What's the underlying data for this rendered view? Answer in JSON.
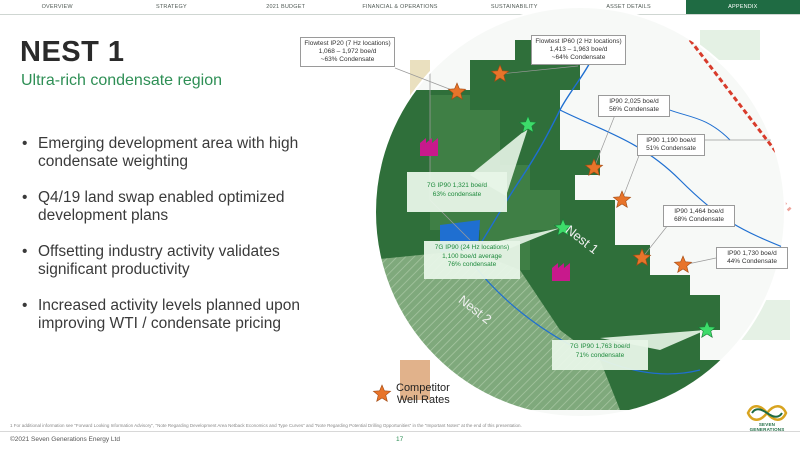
{
  "nav": {
    "items": [
      {
        "label": "OVERVIEW",
        "active": false
      },
      {
        "label": "STRATEGY",
        "active": false
      },
      {
        "label": "2021 BUDGET",
        "active": false
      },
      {
        "label": "FINANCIAL & OPERATIONS",
        "active": false
      },
      {
        "label": "SUSTAINABILITY",
        "active": false
      },
      {
        "label": "ASSET DETAILS",
        "active": false
      },
      {
        "label": "APPENDIX",
        "active": true
      }
    ]
  },
  "slide": {
    "title": "NEST 1",
    "subtitle": "Ultra-rich condensate region",
    "bullets": [
      "Emerging development area with high condensate weighting",
      "Q4/19 land swap enabled optimized development plans",
      "Offsetting industry activity validates significant productivity",
      "Increased activity levels planned upon improving WTI / condensate pricing"
    ]
  },
  "map": {
    "callouts": {
      "ip20": [
        "Flowtest IP20 (7 Hz locations)",
        "1,068 – 1,972 boe/d",
        "~63% Condensate"
      ],
      "ip60": [
        "Flowtest IP60 (2 Hz locations)",
        "1,413 – 1,963 boe/d",
        "~64% Condensate"
      ],
      "ip90_2025": [
        "IP90 2,025  boe/d",
        "56% Condensate"
      ],
      "ip90_1190": [
        "IP90 1,190 boe/d",
        "51% Condensate"
      ],
      "ip90_1464": [
        "IP90 1,464 boe/d",
        "68% Condensate"
      ],
      "ip90_1730": [
        "IP90 1,730 boe/d",
        "44% Condensate"
      ]
    },
    "green_callouts": {
      "g1321": [
        "7G IP90 1,321 boe/d",
        "63% condensate"
      ],
      "g1100": [
        "7G IP90 (24 Hz locations)",
        "1,100 boe/d average",
        "76% condensate"
      ],
      "g1763": [
        "7G IP90 1,763 boe/d",
        "71% condensate"
      ]
    },
    "region_labels": {
      "nest1": "Nest 1",
      "nest2": "Nest 2"
    },
    "legend": {
      "line1": "Competitor",
      "line2": "Well Rates"
    },
    "colors": {
      "dark_green": "#2f6f3a",
      "mid_green": "#4a8c4f",
      "light_green": "#7fa97c",
      "river": "#1f6fd1",
      "competitor_star": "#e8742a",
      "seven_g_star": "#3ddc6a",
      "facility": "#c8198c"
    }
  },
  "footer": {
    "footnote": "1      For additional information see \"Forward Looking Information Advisory\", \"Note Regarding Development Area Netback Economics and Type Curves\" and \"Note Regarding Potential Drilling Opportunities\" in the \"Important Notes\" at the end of this presentation.",
    "copyright": "©2021 Seven Generations Energy Ltd",
    "page_number": "17",
    "logo_text": "SEVEN GENERATIONS"
  }
}
